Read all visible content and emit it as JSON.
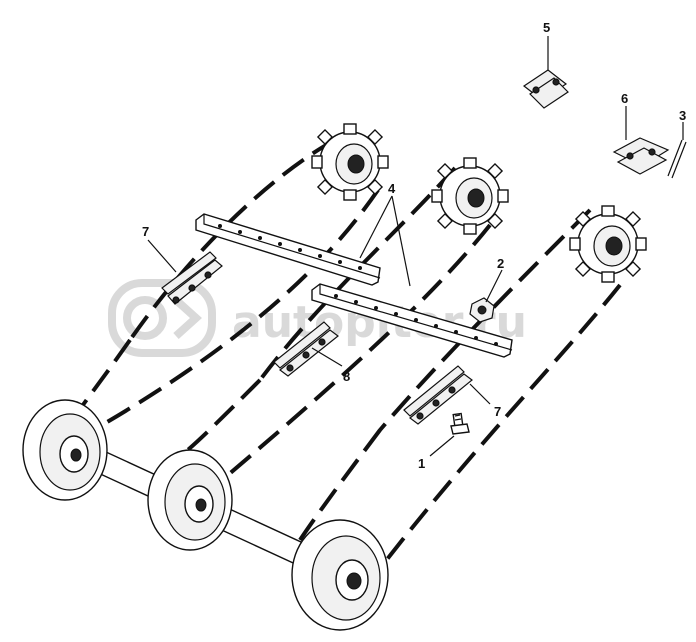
{
  "watermark": {
    "text": "autopiter.ru",
    "logo_icon": "autopiter-logo-icon"
  },
  "callouts": {
    "c1": "1",
    "c2": "2",
    "c3": "3",
    "c4": "4",
    "c5": "5",
    "c6": "6",
    "c7a": "7",
    "c7b": "7",
    "c8": "8"
  },
  "colors": {
    "line": "#111111",
    "watermark": "#d9d9d9",
    "background": "#ffffff"
  }
}
